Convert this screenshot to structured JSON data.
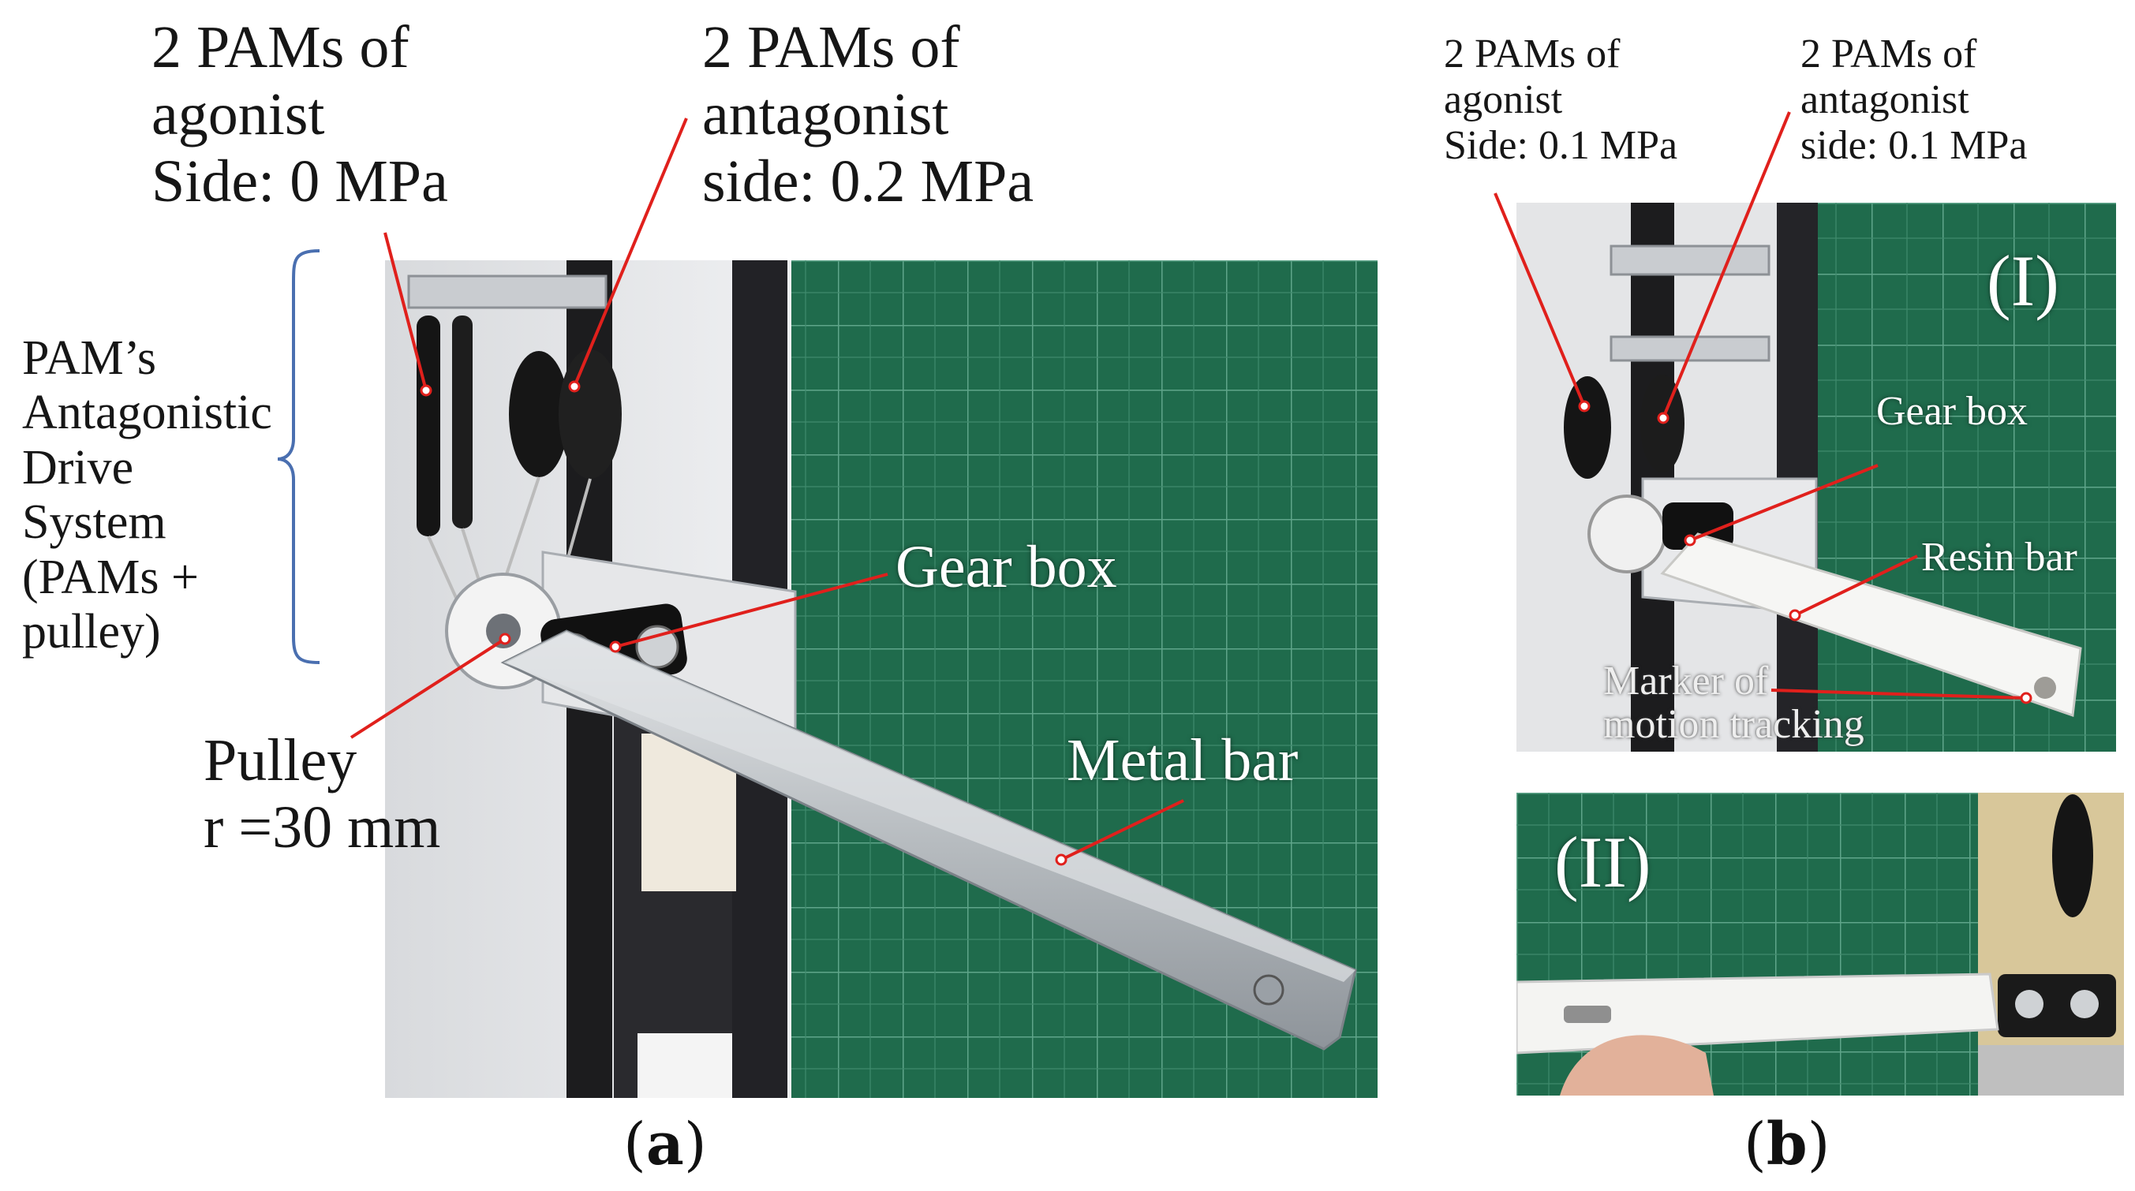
{
  "panel_a": {
    "label_agonist": "2 PAMs of\nagonist\nSide: 0 MPa",
    "label_antagonist": "2 PAMs of\nantagonist\nside: 0.2 MPa",
    "label_system": "PAM’s\nAntagonistic\nDrive\nSystem\n(PAMs +\npulley)",
    "label_gearbox": "Gear box",
    "label_pulley": "Pulley\nr =30 mm",
    "label_metalbar": "Metal bar",
    "caption_letter": "a"
  },
  "panel_b": {
    "label_agonist": "2 PAMs of\nagonist\nSide: 0.1 MPa",
    "label_antagonist": "2 PAMs of\nantagonist\nside: 0.1 MPa",
    "label_I": "(I)",
    "label_gearbox": "Gear box",
    "label_resinbar": "Resin bar",
    "label_marker": "Marker of\nmotion tracking",
    "label_II": "(II)",
    "caption_letter": "b"
  },
  "colors": {
    "board_green": "#1f6b4c",
    "leader_red": "#e0201c",
    "bracket_blue": "#4a6fb0"
  }
}
